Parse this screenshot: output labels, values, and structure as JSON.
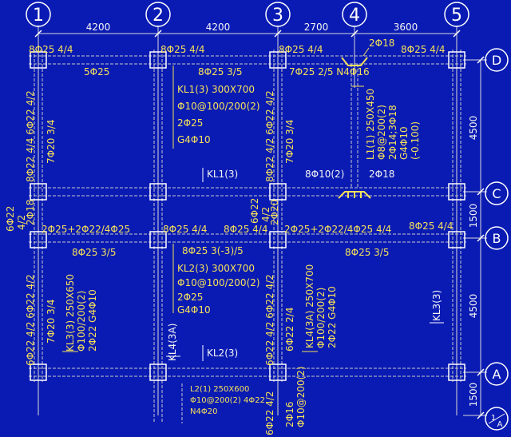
{
  "axes": {
    "vertical": [
      "1",
      "2",
      "3",
      "4",
      "5"
    ],
    "horizontal": [
      "D",
      "C",
      "B",
      "A"
    ],
    "sub_axis": {
      "main": "1",
      "sub": "A"
    }
  },
  "dimensions": {
    "top": [
      "4200",
      "4200",
      "2700",
      "3600"
    ],
    "right": [
      "4500",
      "1500",
      "4500",
      "1500"
    ]
  },
  "beams": {
    "kl1": {
      "name": "KL1(3) 300X700",
      "stirrup": "Φ10@100/200(2)",
      "top": "2Φ25",
      "side": "G4Φ10",
      "tag": "KL1(3)"
    },
    "kl2": {
      "name": "KL2(3) 300X700",
      "stirrup": "Φ10@100/200(2)",
      "top": "2Φ25",
      "side": "G4Φ10",
      "tag": "KL2(3)"
    },
    "l1": {
      "name": "L1(1) 250X450",
      "stirrup": "Φ8@200(2)",
      "rebar": "2Φ14;3Φ18",
      "side": "G4Φ10",
      "level": "(-0.100)"
    },
    "kl3": {
      "name": "KL3(3) 250X650",
      "stirrup": "Φ100/200(2)",
      "rebar": "2Φ22 G4Φ10",
      "tag": "KL3(3)"
    },
    "kl4": {
      "name": "KL4(3A) 250X700",
      "stirrup": "Φ100/200(2)",
      "rebar": "2Φ22 G4Φ10",
      "tag": "KL4(3A)"
    },
    "l2": {
      "name": "L2(1) 250X600",
      "stirrup": "Φ10@200(2) 4Φ22",
      "bottom": "N4Φ20"
    }
  },
  "labels": {
    "d_1": "8Φ25 4/4",
    "d_2": "8Φ25 4/4",
    "d_3": "8Φ25 4/4",
    "d_4": "2Φ18",
    "d_5": "8Φ25 4/4",
    "d_12_bot": "5Φ25",
    "d_23_bot": "8Φ25 3/5",
    "d_34_bot": "7Φ25 2/5 N4Φ16",
    "a1_upper_1": "8Φ22 4/4 6Φ22 4/2",
    "a1_upper_2": "7Φ20 3/4",
    "a1_mid_1": "6Φ22",
    "a1_mid_2": "4/2",
    "a1_mid_3": "2Φ18",
    "a3_upper_1": "8Φ22 4/2 6Φ22 4/2",
    "a3_upper_2": "7Φ20 3/4",
    "a3_mid_1": "6Φ22",
    "a3_mid_2": "4/2",
    "a3_mid_3": "2Φ20",
    "c_lbl_1": "8Φ10(2)",
    "c_lbl_2": "2Φ18",
    "b_12": "2Φ25+2Φ22/4Φ25",
    "b_2": "8Φ25 4/4",
    "b_3": "8Φ25 4/4",
    "b_34": "2Φ25+2Φ22/4Φ25 4/4",
    "b_5": "8Φ25 4/4",
    "b_12_bot": "8Φ25 3/5",
    "b_23_bot": "8Φ25 3(-3)/5",
    "b_34_bot": "8Φ25 3/5",
    "a1_lower_1": "6Φ22 4/2 6Φ22 4/2",
    "a1_lower_2": "7Φ20 3/4",
    "a3_lower_1": "6Φ22 4/2 6Φ22 4/2",
    "a3_lower_2": "6Φ22 2/4",
    "a3_bottom": "6Φ22 4/2",
    "l2_rebar_1": "2Φ16",
    "l2_rebar_2": "Φ10@200(2)"
  }
}
